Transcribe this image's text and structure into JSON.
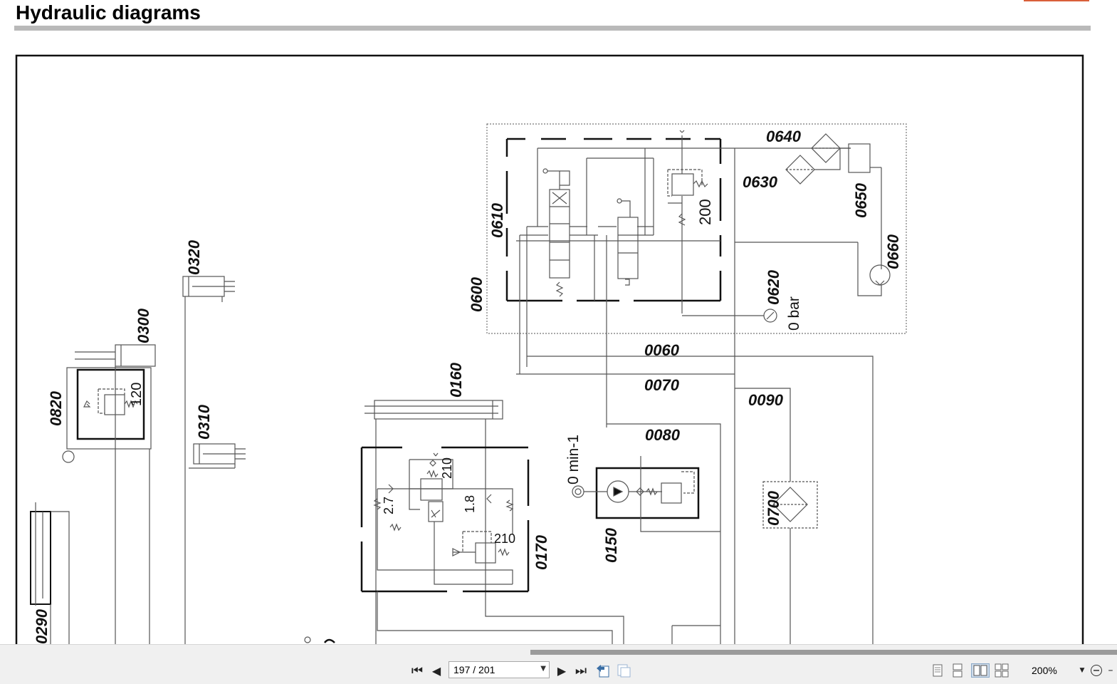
{
  "document": {
    "title": "Hydraulic diagrams",
    "labels": {
      "l0640": "0640",
      "l0630": "0630",
      "l0650": "0650",
      "l0660": "0660",
      "l0610": "0610",
      "l0600": "0600",
      "l0620": "0620",
      "l0620_value": "0 bar",
      "l0200": "200",
      "l0320": "0320",
      "l0300": "0300",
      "l0820": "0820",
      "l0120": "120",
      "l0310": "0310",
      "l0290": "0290",
      "l0160": "0160",
      "l0060": "0060",
      "l0070": "0070",
      "l0090": "0090",
      "l0080": "0080",
      "l0150": "0150",
      "l0150_value": "0 min-1",
      "l0170": "0170",
      "l0700": "0700",
      "l210a": "210",
      "l210b": "210",
      "l27": "2.7",
      "l18": "1.8"
    }
  },
  "toolbar": {
    "page_current": "197",
    "page_total": "201",
    "page_display": "197 / 201",
    "zoom": "200%",
    "icons": {
      "first": "first-page-icon",
      "prev": "previous-page-icon",
      "next": "next-page-icon",
      "last": "last-page-icon",
      "back": "previous-view-icon",
      "forward": "next-view-icon",
      "single": "single-page-view-icon",
      "continuous": "continuous-view-icon",
      "facing": "facing-pages-view-icon",
      "cont_facing": "continuous-facing-view-icon",
      "zoom_out": "zoom-out-icon"
    }
  },
  "colors": {
    "accent": "#d9603a",
    "toolbar_bg": "#f0f0f0",
    "rule": "#b9b9b9"
  }
}
